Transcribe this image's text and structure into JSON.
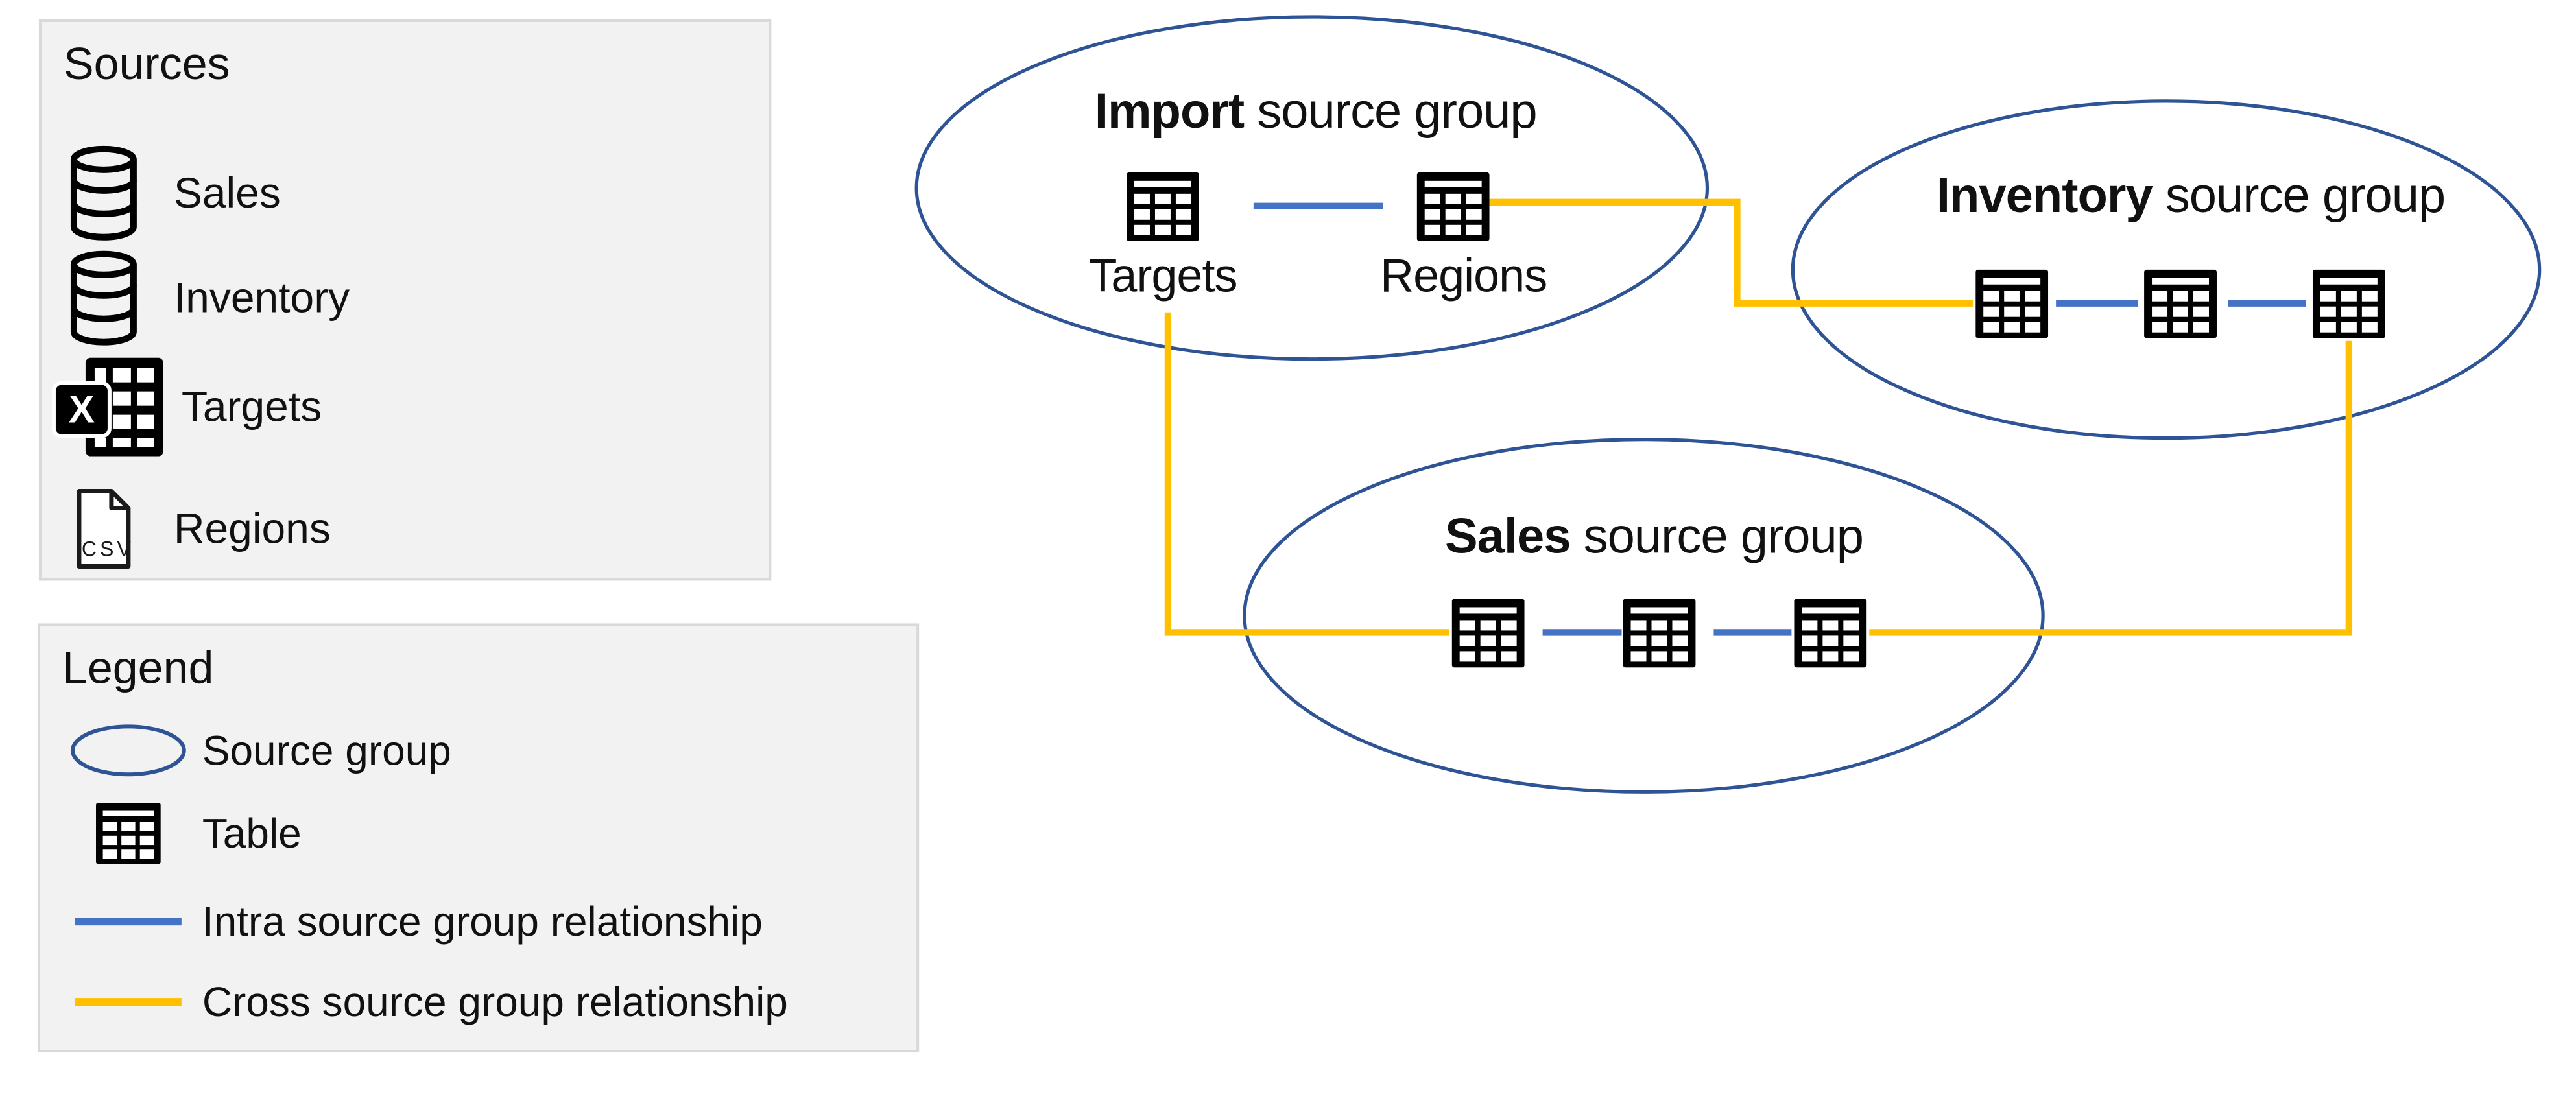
{
  "colors": {
    "group_outline": "#2F5496",
    "intra_relationship": "#4472C4",
    "cross_relationship": "#FFC000",
    "panel_background": "#F2F2F2",
    "panel_border": "#D9D9D9",
    "text": "#111111"
  },
  "sources_panel": {
    "title": "Sources",
    "items": [
      {
        "label": "Sales",
        "icon": "database-icon"
      },
      {
        "label": "Inventory",
        "icon": "database-icon"
      },
      {
        "label": "Targets",
        "icon": "excel-icon"
      },
      {
        "label": "Regions",
        "icon": "csv-file-icon"
      }
    ],
    "badges": {
      "excel": "X",
      "csv": "CSV"
    }
  },
  "legend_panel": {
    "title": "Legend",
    "items": [
      {
        "label": "Source group",
        "icon": "source-group-ellipse-icon"
      },
      {
        "label": "Table",
        "icon": "table-icon"
      },
      {
        "label": "Intra source group relationship",
        "icon": "intra-relationship-line"
      },
      {
        "label": "Cross source group relationship",
        "icon": "cross-relationship-line"
      }
    ]
  },
  "diagram": {
    "groups": [
      {
        "title_bold": "Import",
        "title_rest": " source group",
        "table_count": 2,
        "table_labels": [
          "Targets",
          "Regions"
        ]
      },
      {
        "title_bold": "Inventory",
        "title_rest": " source group",
        "table_count": 3,
        "table_labels": []
      },
      {
        "title_bold": "Sales",
        "title_rest": " source group",
        "table_count": 3,
        "table_labels": []
      }
    ],
    "relationships": {
      "intra_count": 5,
      "cross_count": 3,
      "cross_links": [
        "Import.Regions - Inventory.table1",
        "Import.Targets - Sales.table1",
        "Inventory.table3 - Sales.table3"
      ]
    }
  }
}
